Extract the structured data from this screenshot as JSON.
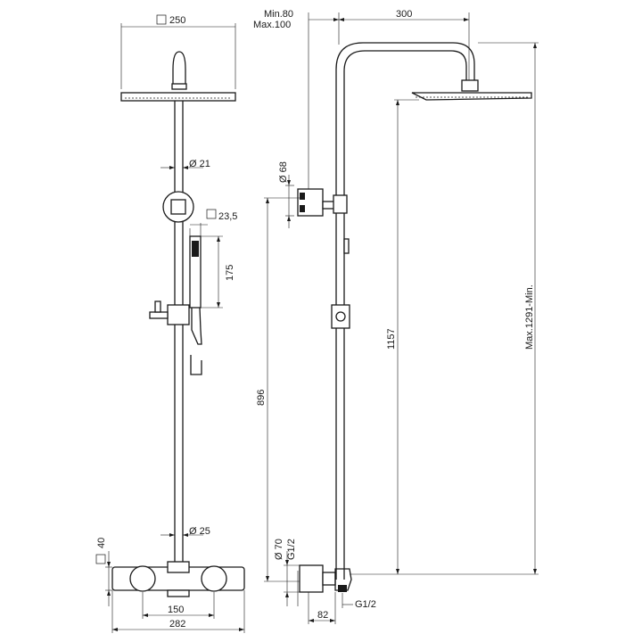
{
  "front_view": {
    "head_size": "250",
    "arm_diameter": "21",
    "handshower_width": "23,5",
    "handshower_length": "175",
    "column_height": "896",
    "column_diameter": "25",
    "mixer_depth": "40",
    "inlet_spacing": "150",
    "mixer_width": "282"
  },
  "side_view": {
    "arm_min": "Min.80",
    "arm_max": "Max.100",
    "arm_reach": "300",
    "holder_diameter": "68",
    "head_height": "1157",
    "total_height": "Max.1291-Min.",
    "mixer_diameter": "70",
    "mixer_thread": "G1/2",
    "inlet_thread": "G1/2",
    "inlet_offset": "82"
  }
}
